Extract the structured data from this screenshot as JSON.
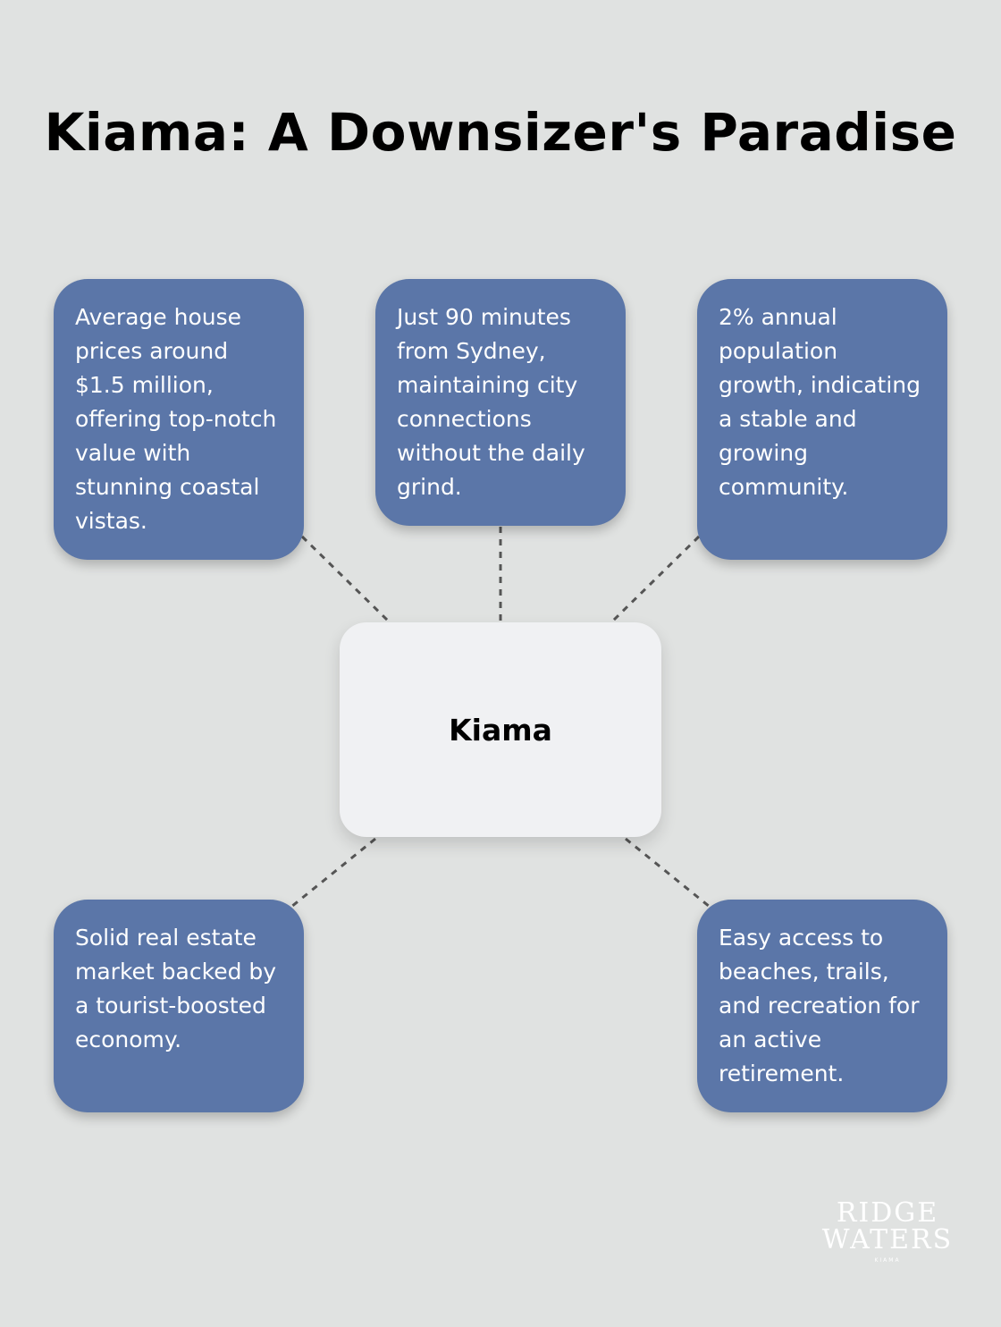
{
  "title": "Kiama: A Downsizer's Paradise",
  "center": {
    "label": "Kiama"
  },
  "nodes": [
    {
      "text": "Average house prices around $1.5 million, offering top-notch value with stunning coastal vistas."
    },
    {
      "text": "Just 90 minutes from Sydney, maintaining city connections without the daily grind."
    },
    {
      "text": "2% annual population growth, indicating a stable and growing community."
    },
    {
      "text": "Solid real estate market backed by a tourist-boosted economy."
    },
    {
      "text": "Easy access to beaches, trails, and recreation for an active retirement."
    }
  ],
  "logo": {
    "line1": "RIDGE",
    "line2": "WATERS",
    "line3": "KIAMA"
  },
  "colors": {
    "background": "#e0e2e1",
    "node": "#5b76a8",
    "center": "#f0f1f3",
    "connector": "#555555"
  }
}
